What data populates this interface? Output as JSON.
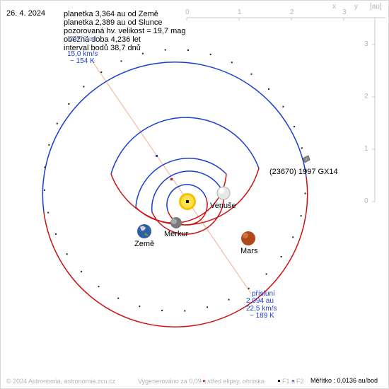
{
  "date": "26. 4. 2024",
  "info": [
    "planetka 3,364 au od Země",
    "planetka 2,389 au od Slunce",
    "pozorovaná hv. velikost = 19,7 mag",
    "oběžná doba 4,236 let",
    "interval bodů 38,7 dnů"
  ],
  "aphelion": {
    "line1": "2,6?? au",
    "line2": "15,0 km/s",
    "line3": "~ 154 K"
  },
  "perihelion": {
    "label": "přísluní",
    "distance": "2,094 au",
    "speed": "22,5 km/s",
    "temp": "~ 189 K"
  },
  "object_label": "(23670) 1997 GX14",
  "planets": {
    "venus": "Venuše",
    "mercury": "Merkur",
    "earth": "Země",
    "mars": "Mars"
  },
  "axis": {
    "x_label": "x",
    "y_label": "y",
    "unit": "[au]",
    "x_ticks": [
      "0",
      "1",
      "2",
      "3"
    ],
    "y_ticks": [
      "3",
      "2",
      "1",
      "0"
    ]
  },
  "footer": {
    "copyright": "© 2024 Astronomia, astronomia.zcu.cz",
    "generated": "Vygenerováno za 0,09 s",
    "legend_center": "střed elipsy, ohniska",
    "legend_f1": "F1 a",
    "legend_f2": "F2",
    "scale": "Měřítko : 0,0136 au/bod"
  },
  "colors": {
    "orbit_blue": "#1a3fd0",
    "orbit_red": "#cc1111",
    "apsides_line": "#f0b090",
    "grid": "#b4b4b4"
  }
}
